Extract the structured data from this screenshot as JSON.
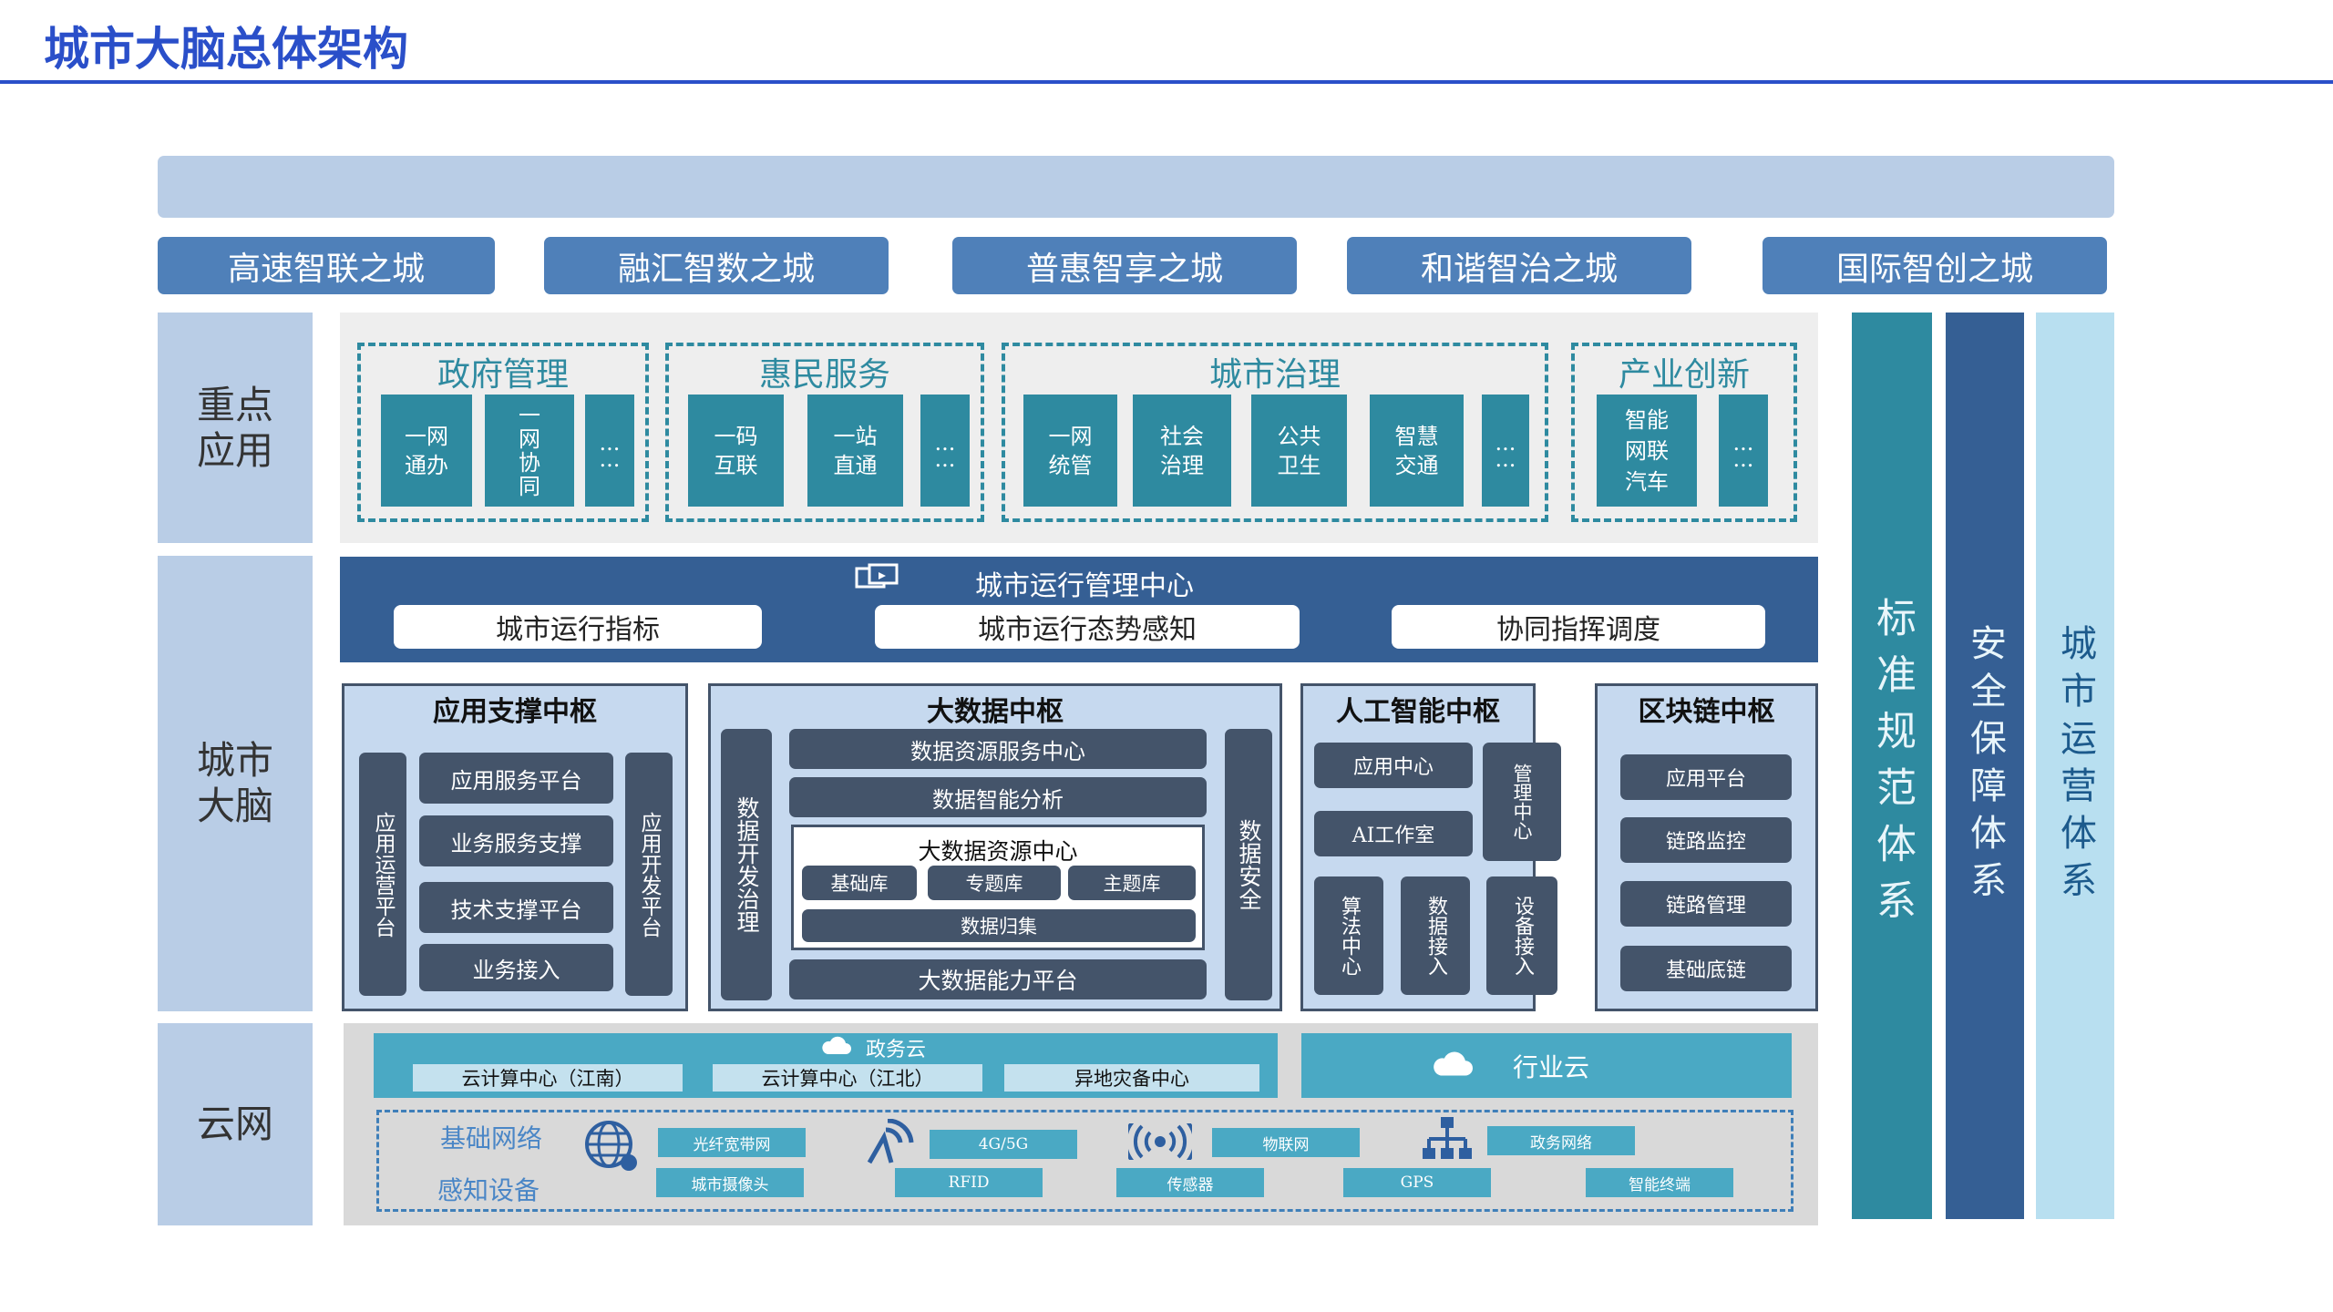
{
  "page_title": "城市大脑总体架构",
  "cities": [
    "高速智联之城",
    "融汇智数之城",
    "普惠智享之城",
    "和谐智治之城",
    "国际智创之城"
  ],
  "layers": {
    "apps": "重点\n应用",
    "brain": "城市\n大脑",
    "cloud": "云网"
  },
  "right_columns": [
    "标准规范体系",
    "安全保障体系",
    "城市运营体系"
  ],
  "apps": {
    "groups": [
      {
        "title": "政府管理",
        "items": [
          "一网\n通办",
          "一\n网\n协\n同",
          "...\n..."
        ]
      },
      {
        "title": "惠民服务",
        "items": [
          "一码\n互联",
          "一站\n直通",
          "...\n..."
        ]
      },
      {
        "title": "城市治理",
        "items": [
          "一网\n统管",
          "社会\n治理",
          "公共\n卫生",
          "智慧\n交通",
          "...\n..."
        ]
      },
      {
        "title": "产业创新",
        "items": [
          "智能\n网联\n汽车",
          "...\n..."
        ]
      }
    ]
  },
  "ops_center": {
    "title": "城市运行管理中心",
    "items": [
      "城市运行指标",
      "城市运行态势感知",
      "协同指挥调度"
    ]
  },
  "hubs": {
    "app_support": {
      "title": "应用支撑中枢",
      "left": "应用运营平台",
      "right": "应用开发平台",
      "items": [
        "应用服务平台",
        "业务服务支撑",
        "技术支撑平台",
        "业务接入"
      ]
    },
    "big_data": {
      "title": "大数据中枢",
      "left": "数据开发治理",
      "right": "数据安全",
      "items": [
        "数据资源服务中心",
        "数据智能分析"
      ],
      "resource_center": {
        "title": "大数据资源中心",
        "libs": [
          "基础库",
          "专题库",
          "主题库"
        ],
        "collect": "数据归集"
      },
      "bottom": "大数据能力平台"
    },
    "ai": {
      "title": "人工智能中枢",
      "app_center": "应用中心",
      "ai_studio": "AI工作室",
      "mgmt": "管理中心",
      "algo": "算法中心",
      "data_access": "数据接入",
      "device_access": "设备接入"
    },
    "blockchain": {
      "title": "区块链中枢",
      "items": [
        "应用平台",
        "链路监控",
        "链路管理",
        "基础底链"
      ]
    }
  },
  "cloud": {
    "gov_cloud": "政务云",
    "gov_items": [
      "云计算中心（江南）",
      "云计算中心（江北）",
      "异地灾备中心"
    ],
    "industry_cloud": "行业云",
    "network_label": "基础网络",
    "sensing_label": "感知设备",
    "network_items": [
      "光纤宽带网",
      "4G/5G",
      "物联网",
      "政务网络"
    ],
    "sensing_items": [
      "城市摄像头",
      "RFID",
      "传感器",
      "GPS",
      "智能终端"
    ]
  },
  "icons": [
    "monitor-icon",
    "cloud-icon",
    "globe-icon",
    "signal-icon",
    "wireless-icon",
    "network-topology-icon"
  ]
}
